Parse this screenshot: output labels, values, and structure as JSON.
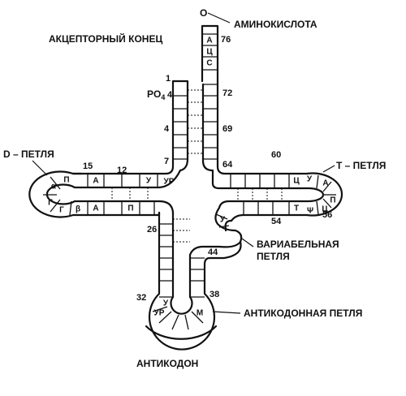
{
  "labels": {
    "amino_acid": "АМИНОКИСЛОТА",
    "acceptor_end": "АКЦЕПТОРНЫЙ КОНЕЦ",
    "d_loop": "D – ПЕТЛЯ",
    "t_loop": "T – ПЕТЛЯ",
    "variable_loop_1": "ВАРИАБЕЛЬНАЯ",
    "variable_loop_2": "ПЕТЛЯ",
    "anticodon_loop": "АНТИКОДОННАЯ ПЕТЛЯ",
    "anticodon": "АНТИКОДОН",
    "oxygen": "O",
    "phosphate": "PO",
    "phosphate_sub": "4"
  },
  "numbers": {
    "n1": "1",
    "n4": "4",
    "n7": "7",
    "n12": "12",
    "n15": "15",
    "n26": "26",
    "n32": "32",
    "n38": "38",
    "n44": "44",
    "n54": "54",
    "n56": "56",
    "n60": "60",
    "n64": "64",
    "n69": "69",
    "n72": "72",
    "n76": "76"
  },
  "nucleotides": {
    "acceptor_a": "А",
    "acceptor_c1": "Ц",
    "acceptor_c2": "С",
    "d_alpha": "α",
    "d_p": "П",
    "d_g1": "Г",
    "d_g2": "Г",
    "d_beta": "β",
    "d_arm_a": "А",
    "d_arm_u": "У",
    "d_arm_ur": "УР",
    "d_arm_a2": "А",
    "d_arm_p2": "П",
    "t_c1": "Ц",
    "t_u": "У",
    "t_a": "А",
    "t_p": "П",
    "t_c2": "Ц",
    "t_psi": "Ψ",
    "t_t": "Т",
    "var_u": "У",
    "ac_u": "У",
    "ac_ur": "УР",
    "ac_m": "М"
  },
  "colors": {
    "ink": "#111111",
    "background": "#ffffff"
  }
}
